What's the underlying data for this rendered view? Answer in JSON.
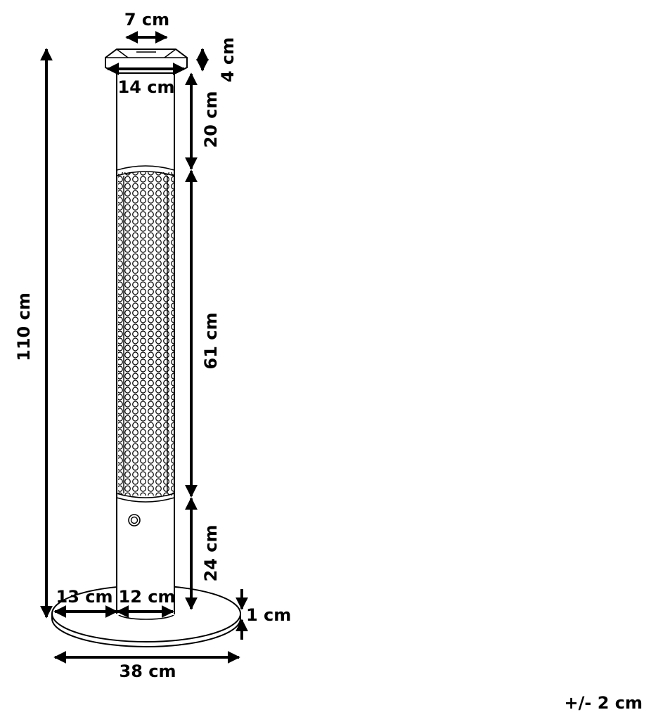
{
  "dimensions": {
    "top_width": "7 cm",
    "top_height": "4 cm",
    "head_width": "14 cm",
    "upper_section": "20 cm",
    "total_height": "110 cm",
    "heater_section": "61 cm",
    "lower_section": "24 cm",
    "base_radius": "13 cm",
    "pole_width": "12 cm",
    "base_thickness": "1 cm",
    "base_width": "38 cm"
  },
  "tolerance": "+/- 2 cm",
  "colors": {
    "line": "#000000",
    "background": "#ffffff"
  }
}
